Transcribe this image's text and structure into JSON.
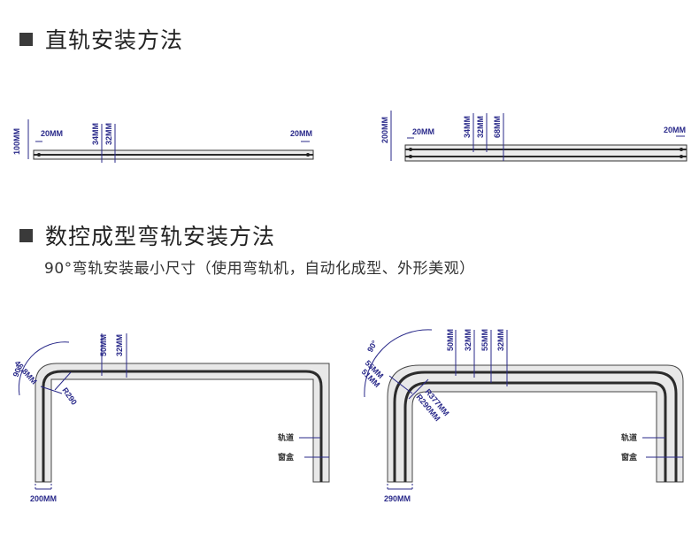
{
  "section1": {
    "title": "直轨安装方法"
  },
  "section2": {
    "title": "数控成型弯轨安装方法",
    "subtitle": "90°弯轨安装最小尺寸（使用弯轨机，自动化成型、外形美观）"
  },
  "diagram1": {
    "height": "100MM",
    "left_gap": "20MM",
    "d1": "34MM",
    "d2": "32MM",
    "right_gap": "20MM"
  },
  "diagram2": {
    "height": "200MM",
    "left_gap": "20MM",
    "d1": "34MM",
    "d2": "32MM",
    "d3": "68MM",
    "right_gap": "20MM"
  },
  "diagram3": {
    "d1": "50MM",
    "d2": "32MM",
    "angle": "90°",
    "diag": "46.8MM",
    "radius": "R290",
    "width": "200MM",
    "label_track": "轨道",
    "label_box": "窗盒"
  },
  "diagram4": {
    "d1": "50MM",
    "d2": "32MM",
    "d3": "55MM",
    "d4": "32MM",
    "angle": "90°",
    "diag1": "55MM",
    "diag2": "51MM",
    "radius1": "R377MM",
    "radius2": "R290MM",
    "width": "290MM",
    "label_track": "轨道",
    "label_box": "窗盒"
  },
  "colors": {
    "dimension": "#2a2a8a",
    "box_fill": "#e8e8e8",
    "track": "#2b2b2b"
  }
}
